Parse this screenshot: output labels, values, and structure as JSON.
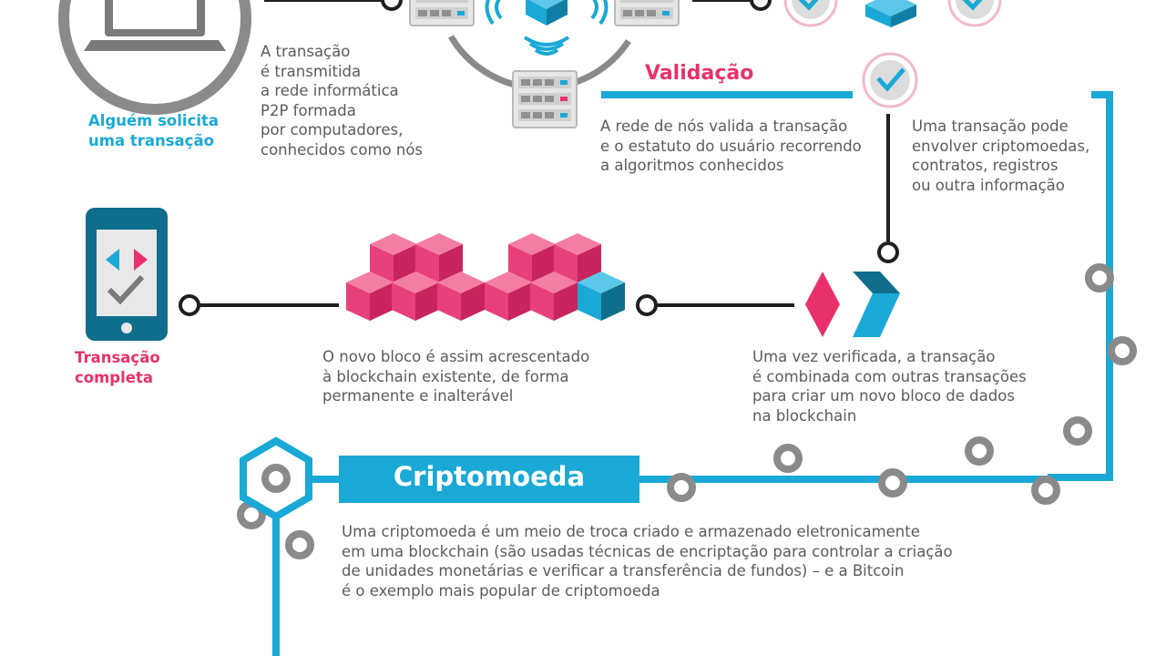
{
  "steps": {
    "request_label": "Alguém solicita\numa transação",
    "broadcast_text": "A transação\né transmitida\na rede informática\nP2P formada\npor computadores,\nconhecidos como nós",
    "validation_title": "Validação",
    "validation_text": "A rede de nós valida a transação\ne o estatuto do usuário recorrendo\na algoritmos conhecidos",
    "transaction_scope_text": "Uma transação pode\nenvolver criptomoedas,\ncontratos, registros\nou outra informação",
    "complete_label": "Transação\ncompleta",
    "new_block_text": "O novo bloco é assim acrescentado\nà blockchain existente, de forma\npermanente e inalterável",
    "combine_text": "Uma vez verificada, a transação\né combinada com outras transações\npara criar um novo bloco de dados\nna blockchain"
  },
  "cryptocurrency": {
    "banner_label": "Criptomoeda",
    "description": "Uma criptomoeda é um meio de troca criado e armazenado eletronicamente\nem uma blockchain (são usadas técnicas de encriptação para controlar a criação\nde unidades monetárias e verificar a transferência de fundos) – e a Bitcoin\né o exemplo mais popular de criptomoeda"
  },
  "colors": {
    "accent_blue": "#1aa9d6",
    "accent_pink": "#e8316b",
    "node_gray": "#8a8a8a",
    "text_gray": "#5b5b5b",
    "dark_teal": "#0f6e8c"
  },
  "icons": [
    "laptop-icon",
    "server-icon",
    "wifi-icon",
    "cube-icon",
    "check-icon",
    "smartphone-icon",
    "blockchain-cubes-icon",
    "chevron-pair-icon",
    "hexagon-icon"
  ]
}
